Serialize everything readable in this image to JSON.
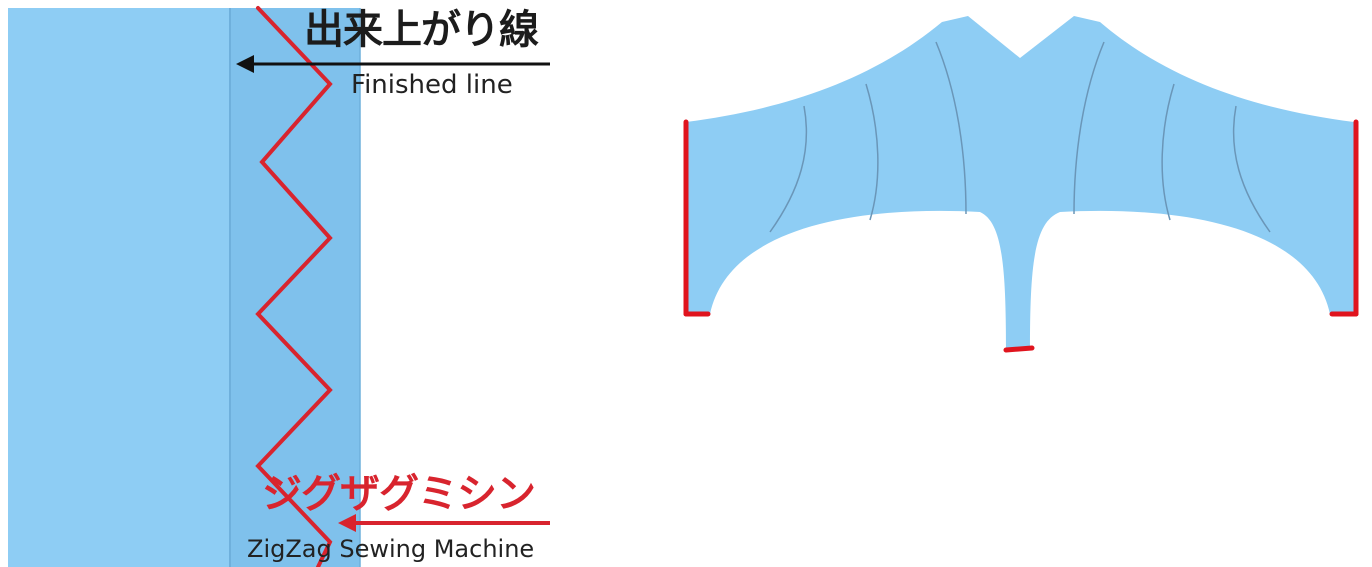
{
  "labels": {
    "finished_line_ja": "出来上がり線",
    "finished_line_en": "Finished line",
    "zigzag_ja": "ジグザグミシン",
    "zigzag_en": "ZigZag Sewing Machine"
  },
  "colors": {
    "fabric_main": "#8ecdf4",
    "fabric_seam_allowance": "#7fc1ec",
    "fabric_edge_line": "#6fb0dc",
    "stitch_red": "#d8242e",
    "arrow_black": "#111111",
    "panel_line": "#6a96b8",
    "background": "#ffffff"
  },
  "icons": {
    "finished_arrow": "arrow-left-icon",
    "zigzag_arrow": "arrow-left-icon"
  }
}
